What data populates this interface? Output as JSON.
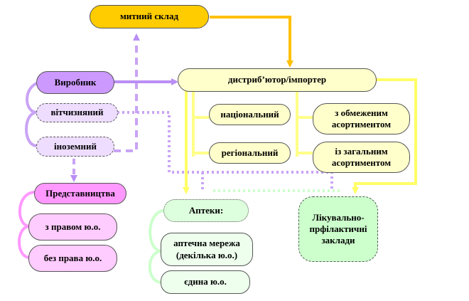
{
  "nodes": {
    "customs_warehouse": "митний склад",
    "producer": "Виробник",
    "domestic": "вітчизняний",
    "foreign": "іноземний",
    "distributor": "дистриб’ютор/імпортер",
    "national": "національний",
    "regional": "регіональний",
    "limited_assortment": "з обмеженим\nасортиментом",
    "general_assortment": "із загальним\nасортиментом",
    "representative_offices": "Представництва",
    "with_legal_entity": "з правом ю.о.",
    "without_legal_entity": "без права ю.о.",
    "pharmacies": "Аптеки:",
    "pharmacy_chain": "аптечна мережа\n(декілька ю.о.)",
    "single_entity": "єдина ю.о.",
    "medical_institutions": "Лікувально-\nпрфілактичні\nзаклади"
  },
  "colors": {
    "customs_fill": "#ffcc00",
    "customs_arrow": "#ffc000",
    "distributor_fill": "#ffffcc",
    "distributor_link": "#ffff88",
    "producer_fill": "#cc99ff",
    "producer_link": "#b98ef5",
    "subproducer_fill": "#eeddff",
    "representative_fill": "#ff99ff",
    "representative_sub_fill": "#ffccff",
    "pharmacy_fill": "#ddffdd",
    "pharmacy_link": "#ccffcc",
    "medical_fill": "#ccffcc"
  }
}
